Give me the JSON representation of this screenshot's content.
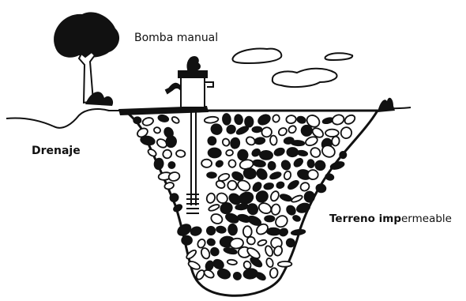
{
  "labels": {
    "pump": "Bomba manual",
    "drain": "Drenaje",
    "terrain_bold": "Terreno imp",
    "terrain_rest": "ermeable"
  },
  "colors": {
    "ink": "#111111",
    "background": "#ffffff"
  }
}
